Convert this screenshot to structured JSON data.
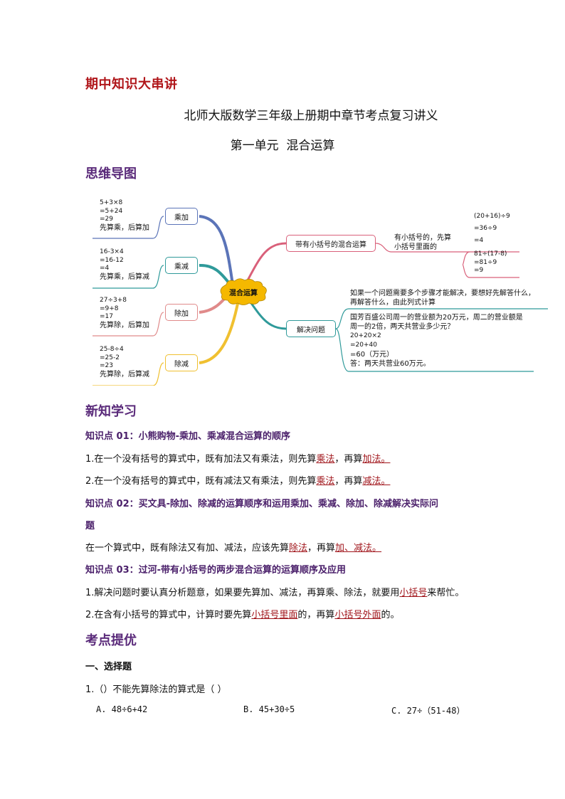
{
  "header": {
    "doc_title": "期中知识大串讲",
    "main_title": "北师大版数学三年级上册期中章节考点复习讲义",
    "unit_title": "第一单元  混合运算"
  },
  "mindmap": {
    "heading": "思维导图",
    "center": "混合运算",
    "left_branches": [
      {
        "label": "乘加",
        "color": "#5b74b8",
        "lines": [
          "5+3×8",
          "=5+24",
          "=29"
        ],
        "rule": "先算乘，后算加"
      },
      {
        "label": "乘减",
        "color": "#2f9a9a",
        "lines": [
          "16-3×4",
          "=16-12",
          "=4"
        ],
        "rule": "先算乘，后算减"
      },
      {
        "label": "除加",
        "color": "#e08a8a",
        "lines": [
          "27÷3+8",
          "=9+8",
          "=17"
        ],
        "rule": "先算除，后算加"
      },
      {
        "label": "除减",
        "color": "#f0c030",
        "lines": [
          "25-8÷4",
          "=25-2",
          "=23"
        ],
        "rule": "先算除，后算减"
      }
    ],
    "right_branches": [
      {
        "label": "带有小括号的混合运算",
        "color": "#d9607a",
        "desc": [
          "有小括号的，先算",
          "小括号里面的"
        ],
        "example1": [
          "(20+16)÷9",
          "=36÷9",
          "=4"
        ],
        "example2": [
          "81÷(17-8)",
          "=81÷9",
          "=9"
        ]
      },
      {
        "label": "解决问题",
        "color": "#2f9a9a",
        "desc": [
          "如果一个问题需要多个步骤才能解决，要想好先解答什么，",
          "再解答什么，由此列式计算"
        ],
        "problem": [
          "国芳百盛公司周一的营业额为20万元，周二的营业额是",
          "周一的2倍，两天共营业多少元？"
        ],
        "solution": [
          "20+20×2",
          "=20+40",
          "=60（万元）",
          "答：两天共营业60万元。"
        ]
      }
    ]
  },
  "new_learning": {
    "heading": "新知学习",
    "kp1": {
      "title": "知识点 01：小熊购物-乘加、乘减混合运算的顺序",
      "line1": {
        "pre": "1.在一个没有括号的算式中，既有加法又有乘法，则先算",
        "a": "乘法",
        "mid": "，再算",
        "b": "加法。"
      },
      "line2": {
        "pre": "2.在一个没有括号的算式中，既有减法又有乘法，则先算",
        "a": "乘法",
        "mid": "，再算",
        "b": "减法。"
      }
    },
    "kp2": {
      "title_line1": "知识点 02：买文具-除加、除减的运算顺序和运用乘加、乘减、除加、除减解决实际问",
      "title_line2": "题",
      "line1": {
        "pre": "在一个算式中，既有除法又有加、减法，应该先算",
        "a": "除法",
        "mid": "，再算",
        "b": "加、减法。"
      }
    },
    "kp3": {
      "title": "知识点 03：过河-带有小括号的两步混合运算的运算顺序及应用",
      "line1": {
        "pre": "1.解决问题时要认真分析题意，如果要先算加、减法，再算乘、除法，就要用",
        "a": "小括号",
        "post": "来帮忙。"
      },
      "line2": {
        "pre": "2.在含有小括号的算式中，计算时要先算",
        "a": "小括号里面",
        "mid": "的，再算",
        "b": "小括号外面",
        "post": "的。"
      }
    }
  },
  "exam": {
    "heading": "考点提优",
    "section": "一、选择题",
    "q1": {
      "stem": "1.（）不能先算除法的算式是（      ）",
      "options": [
        "A. 48÷6+42",
        "B. 45+30÷5",
        "C. 27÷（51-48）"
      ]
    }
  },
  "colors": {
    "doc_title": "#b0161a",
    "section_heading": "#5a2a7a",
    "knowledge_point": "#4a1f6a",
    "highlight": "#a0141a",
    "center_node": "#f5b800",
    "orange_digits": "#c0702a"
  }
}
